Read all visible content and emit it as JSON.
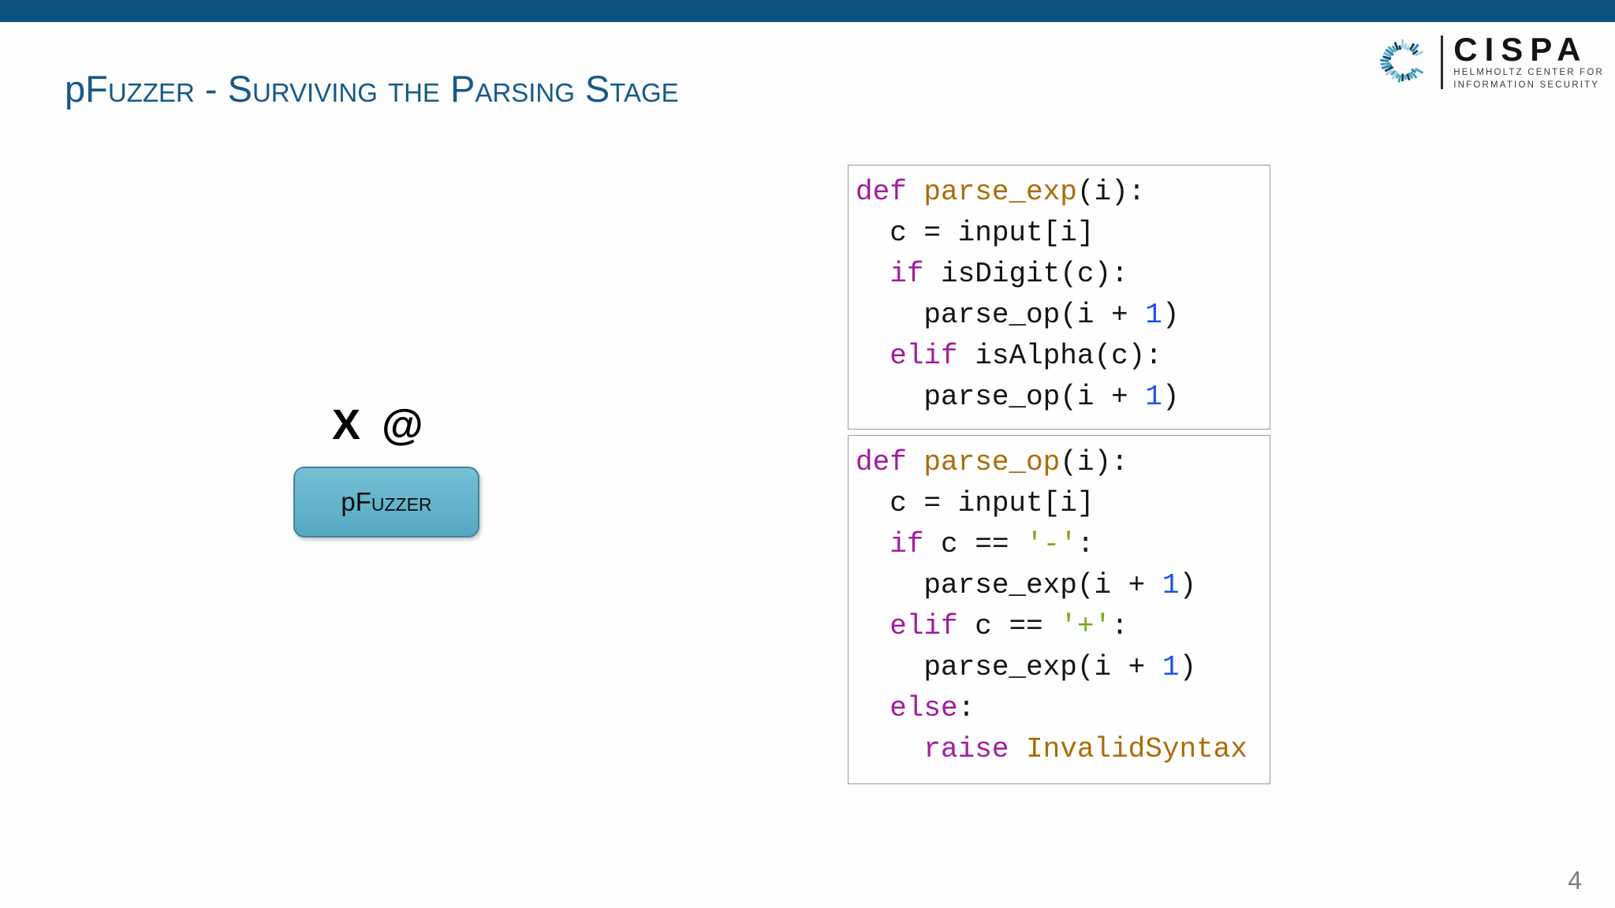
{
  "header": {
    "title_prefix": "p",
    "title_rest": "Fuzzer - Surviving the Parsing Stage"
  },
  "logo": {
    "name": "CISPA",
    "subtitle_line1": "HELMHOLTZ CENTER FOR",
    "subtitle_line2": "INFORMATION SECURITY"
  },
  "stage": {
    "input_text": "X @",
    "button_prefix": "p",
    "button_rest": "Fuzzer"
  },
  "code_boxes": [
    {
      "title": "parse_exp",
      "lines": [
        [
          {
            "c": "kw",
            "t": "def "
          },
          {
            "c": "fn",
            "t": "parse_exp"
          },
          {
            "c": "pl",
            "t": "(i):"
          }
        ],
        [
          {
            "c": "pl",
            "t": "  c = input[i]"
          }
        ],
        [
          {
            "c": "pl",
            "t": "  "
          },
          {
            "c": "kw",
            "t": "if "
          },
          {
            "c": "pl",
            "t": "isDigit(c):"
          }
        ],
        [
          {
            "c": "pl",
            "t": "    parse_op(i + "
          },
          {
            "c": "num",
            "t": "1"
          },
          {
            "c": "pl",
            "t": ")"
          }
        ],
        [
          {
            "c": "pl",
            "t": "  "
          },
          {
            "c": "kw",
            "t": "elif "
          },
          {
            "c": "pl",
            "t": "isAlpha(c):"
          }
        ],
        [
          {
            "c": "pl",
            "t": "    parse_op(i + "
          },
          {
            "c": "num",
            "t": "1"
          },
          {
            "c": "pl",
            "t": ")"
          }
        ]
      ]
    },
    {
      "title": "parse_op",
      "lines": [
        [
          {
            "c": "kw",
            "t": "def "
          },
          {
            "c": "fn",
            "t": "parse_op"
          },
          {
            "c": "pl",
            "t": "(i):"
          }
        ],
        [
          {
            "c": "pl",
            "t": "  c = input[i]"
          }
        ],
        [
          {
            "c": "pl",
            "t": "  "
          },
          {
            "c": "kw",
            "t": "if "
          },
          {
            "c": "pl",
            "t": "c == "
          },
          {
            "c": "str",
            "t": "'-'"
          },
          {
            "c": "pl",
            "t": ":"
          }
        ],
        [
          {
            "c": "pl",
            "t": "    parse_exp(i + "
          },
          {
            "c": "num",
            "t": "1"
          },
          {
            "c": "pl",
            "t": ")"
          }
        ],
        [
          {
            "c": "pl",
            "t": "  "
          },
          {
            "c": "kw",
            "t": "elif "
          },
          {
            "c": "pl",
            "t": "c == "
          },
          {
            "c": "str",
            "t": "'+'"
          },
          {
            "c": "pl",
            "t": ":"
          }
        ],
        [
          {
            "c": "pl",
            "t": "    parse_exp(i + "
          },
          {
            "c": "num",
            "t": "1"
          },
          {
            "c": "pl",
            "t": ")"
          }
        ],
        [
          {
            "c": "pl",
            "t": "  "
          },
          {
            "c": "kw",
            "t": "else"
          },
          {
            "c": "pl",
            "t": ":"
          }
        ],
        [
          {
            "c": "pl",
            "t": "    "
          },
          {
            "c": "kw",
            "t": "raise "
          },
          {
            "c": "fn",
            "t": "InvalidSyntax"
          }
        ]
      ]
    }
  ],
  "footer": {
    "page_number": "4"
  },
  "colors": {
    "top_bar": "#0B5280",
    "title": "#175A87",
    "button_top": "#75C0D6",
    "button_bottom": "#55A8C2",
    "button_border": "#44849B",
    "code_keyword": "#A21C9E",
    "code_function": "#AC6C08",
    "code_string": "#7BA81E",
    "code_number": "#1E50E6",
    "code_plain": "#141414",
    "ring_palette": "#16425F,#2C7FA6,#57AECC,#9ECFE0,#3FA3BE,#1B6E94"
  }
}
